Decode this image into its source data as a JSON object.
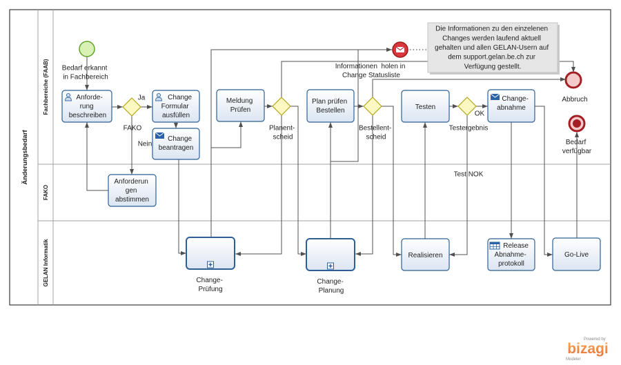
{
  "pool": {
    "label": "Änderungsbedarf"
  },
  "lanes": [
    {
      "label": "Fachbereiche (FAAB)"
    },
    {
      "label": "FAKO"
    },
    {
      "label": "GELAN Informatik"
    }
  ],
  "events": {
    "start": {
      "label": [
        "Bedarf erkannt",
        "in Fachbereich"
      ]
    },
    "info_end": {
      "label": [
        "Informationen  holen in",
        "Change Statusliste"
      ],
      "icon": "envelope-icon"
    },
    "abbruch_end": {
      "label": [
        "Abbruch"
      ]
    },
    "bedarf_end": {
      "label": [
        "Bedarf",
        "verfügbar"
      ]
    }
  },
  "tasks": {
    "anforderung_beschreiben": {
      "label": [
        "Anforde-",
        "rung",
        "beschreiben"
      ],
      "icon": "user-icon"
    },
    "change_formular": {
      "label": [
        "Change",
        "Formular",
        "ausfüllen"
      ],
      "icon": "user-icon"
    },
    "change_beantragen": {
      "label": [
        "Change",
        "beantragen"
      ],
      "icon": "envelope-icon"
    },
    "anforderungen_abstimmen": {
      "label": [
        "Anforderun",
        "gen",
        "abstimmen"
      ]
    },
    "meldung_pruefen": {
      "label": [
        "Meldung",
        "Prüfen"
      ]
    },
    "plan_pruefen": {
      "label": [
        "Plan prüfen",
        "Bestellen"
      ]
    },
    "testen": {
      "label": [
        "Testen"
      ]
    },
    "change_abnahme": {
      "label": [
        "Change-",
        "abnahme"
      ],
      "icon": "envelope-icon"
    },
    "realisieren": {
      "label": [
        "Realisieren"
      ]
    },
    "release_protokoll": {
      "label": [
        "Release",
        "Abnahme-",
        "protokoll"
      ],
      "icon": "table-icon"
    },
    "go_live": {
      "label": [
        "Go-Live"
      ]
    }
  },
  "subprocesses": {
    "change_pruefung": {
      "label": [
        "Change-",
        "Prüfung"
      ],
      "icon": "plus-marker-icon"
    },
    "change_planung": {
      "label": [
        "Change-",
        "Planung"
      ],
      "icon": "plus-marker-icon"
    }
  },
  "gateways": {
    "fako": {
      "label": "FAKO",
      "yes": "Ja",
      "no": "Nein"
    },
    "planentscheid": {
      "label": [
        "Planent-",
        "scheid"
      ]
    },
    "bestellentscheid": {
      "label": [
        "Bestellent-",
        "scheid"
      ]
    },
    "testergebnis": {
      "label": "Testergebnis",
      "ok": "OK",
      "nok": "Test NOK"
    }
  },
  "annotation": {
    "lines": [
      "Die Informationen zu den einzelenen",
      "Changes werden laufend aktuell",
      "gehalten und allen GELAN-Usern auf",
      "dem support.gelan.be.ch zur",
      "Verfügung gestellt."
    ]
  },
  "branding": {
    "powered_by": "Powered by",
    "name": "bizagi",
    "product": "Modeler"
  },
  "colors": {
    "task_border": "#2d5f95",
    "gateway_fill": "#fbf8c2",
    "start_event": "#63a22a",
    "end_event": "#a31f24",
    "brand": "#f08a3c"
  }
}
